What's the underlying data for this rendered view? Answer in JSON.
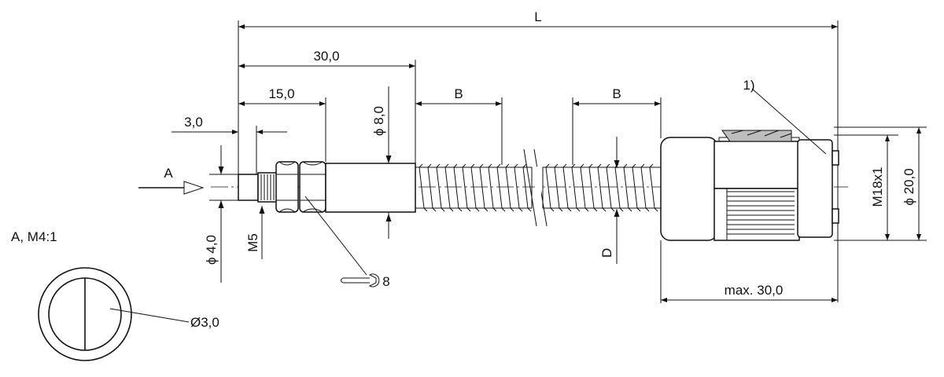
{
  "labels": {
    "overall_length": "L",
    "dim_30": "30,0",
    "dim_15": "15,0",
    "dim_3": "3,0",
    "dim_b_left": "B",
    "dim_b_right": "B",
    "dia_8": "ϕ 8,0",
    "dia_4": "ϕ 4,0",
    "thread_m5": "M5",
    "view_a": "A",
    "wrench_size": "8",
    "dim_d": "D",
    "max_30": "max. 30,0",
    "thread_m18": "M18x1",
    "dia_20": "ϕ 20,0",
    "note_1": "1)",
    "detail_title": "A, M4:1",
    "detail_dia": "Ø3,0"
  },
  "icons": [
    "wrench-icon",
    "view-arrow-icon"
  ]
}
